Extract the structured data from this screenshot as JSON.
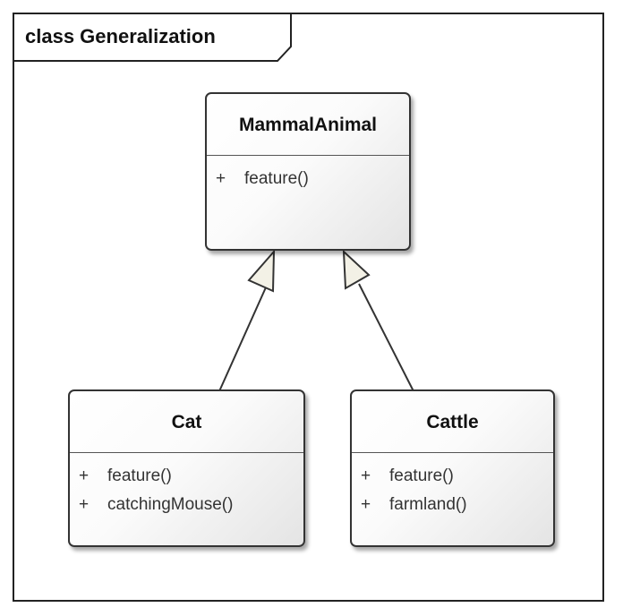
{
  "frame": {
    "title": "class Generalization"
  },
  "classes": {
    "parent": {
      "name": "MammalAnimal",
      "operations": [
        {
          "visibility": "+",
          "name": "feature()"
        }
      ]
    },
    "cat": {
      "name": "Cat",
      "operations": [
        {
          "visibility": "+",
          "name": "feature()"
        },
        {
          "visibility": "+",
          "name": "catchingMouse()"
        }
      ]
    },
    "cattle": {
      "name": "Cattle",
      "operations": [
        {
          "visibility": "+",
          "name": "feature()"
        },
        {
          "visibility": "+",
          "name": "farmland()"
        }
      ]
    }
  },
  "relationships": [
    {
      "type": "generalization",
      "from": "Cat",
      "to": "MammalAnimal"
    },
    {
      "type": "generalization",
      "from": "Cattle",
      "to": "MammalAnimal"
    }
  ],
  "colors": {
    "border": "#333333",
    "arrow_fill": "#f3f1e6"
  }
}
